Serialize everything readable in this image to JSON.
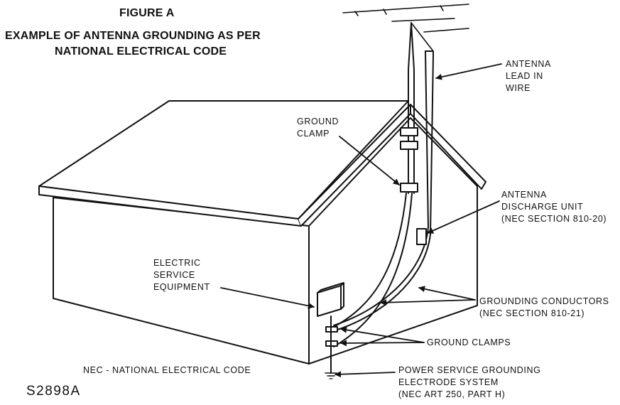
{
  "figure": {
    "title": "FIGURE A",
    "subtitle_line1": "EXAMPLE OF ANTENNA GROUNDING AS PER",
    "subtitle_line2": "NATIONAL ELECTRICAL CODE"
  },
  "labels": {
    "antenna_lead": [
      "ANTENNA",
      "LEAD IN",
      "WIRE"
    ],
    "ground_clamp": [
      "GROUND",
      "CLAMP"
    ],
    "discharge_unit": [
      "ANTENNA",
      "DISCHARGE UNIT",
      "(NEC SECTION 810-20)"
    ],
    "electric_service": [
      "ELECTRIC",
      "SERVICE",
      "EQUIPMENT"
    ],
    "grounding_conductors": [
      "GROUNDING CONDUCTORS",
      "(NEC SECTION 810-21)"
    ],
    "ground_clamps": [
      "GROUND CLAMPS"
    ],
    "power_service": [
      "POWER SERVICE GROUNDING",
      "ELECTRODE SYSTEM",
      "(NEC ART 250, PART H)"
    ],
    "nec_note": "NEC - NATIONAL ELECTRICAL CODE"
  },
  "code": "S2898A"
}
